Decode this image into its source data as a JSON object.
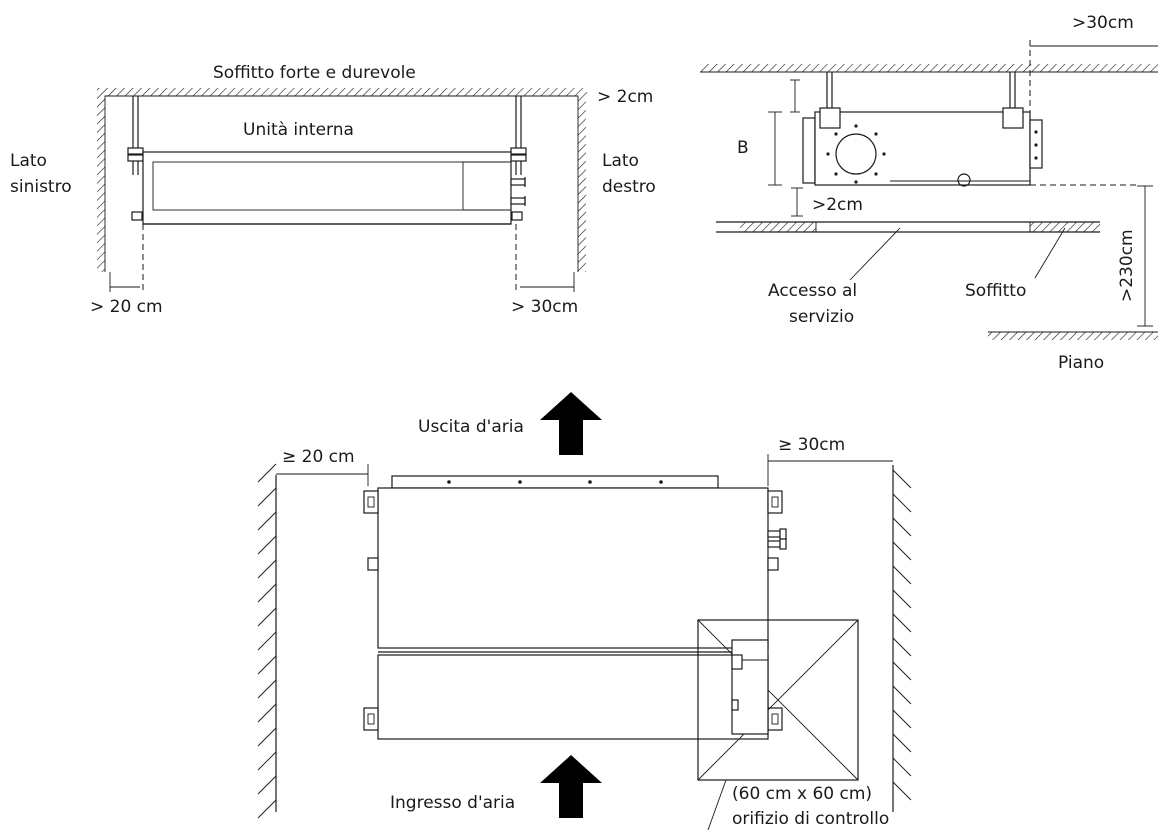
{
  "labels": {
    "ceiling_strong": "Soffitto forte e durevole",
    "indoor_unit": "Unità interna",
    "left_side_line1": "Lato",
    "left_side_line2": "sinistro",
    "right_side_line1": "Lato",
    "right_side_line2": "destro",
    "top_gap_front": "> 2cm",
    "left_clearance_front": "> 20 cm",
    "right_clearance_front": "> 30cm",
    "side_right_clearance": ">30cm",
    "dimension_b": "B",
    "bottom_gap_side": ">2cm",
    "service_access_line1": "Accesso al",
    "service_access_line2": "servizio",
    "false_ceiling": "Soffitto",
    "min_height": ">230cm",
    "floor": "Piano",
    "air_outlet": "Uscita d'aria",
    "air_inlet": "Ingresso d'aria",
    "left_clearance_top": "≥ 20 cm",
    "right_clearance_top": "≥ 30cm",
    "inspection_line1": "(60 cm x 60 cm)",
    "inspection_line2": "orifizio di controllo"
  },
  "colors": {
    "line": "#1a1a1a",
    "background": "#ffffff",
    "arrow": "#000000"
  }
}
